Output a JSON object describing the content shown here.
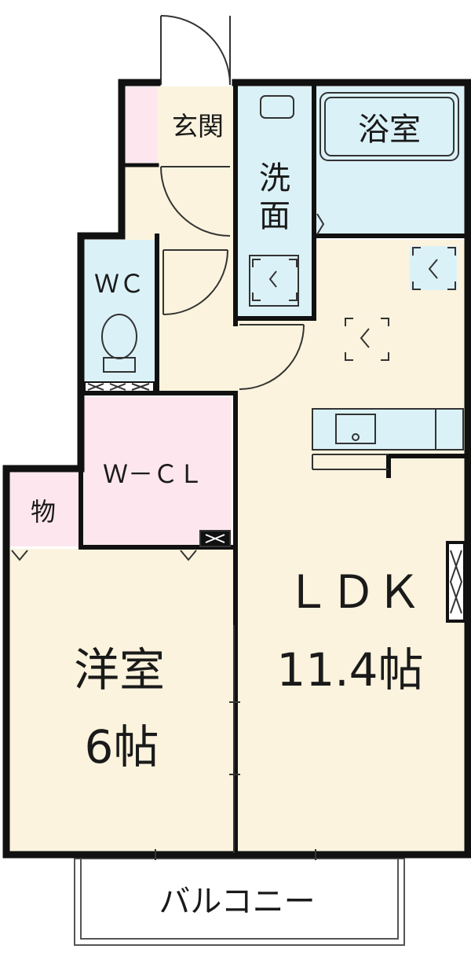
{
  "rooms": {
    "entrance": "玄関",
    "bath": "浴室",
    "washroom_1": "洗",
    "washroom_2": "面",
    "wc": "ＷＣ",
    "walk_in_closet": "Ｗ－ＣＬ",
    "storage": "物",
    "ldk_name": "ＬＤＫ",
    "ldk_size": "11.4帖",
    "western_name": "洋室",
    "western_size": "6帖",
    "balcony": "バルコニー"
  },
  "colors": {
    "wall": "#111111",
    "floor": "#fbf3dd",
    "wet_area": "#dbf1f8",
    "closet": "#fde6ee",
    "line": "#333333"
  }
}
